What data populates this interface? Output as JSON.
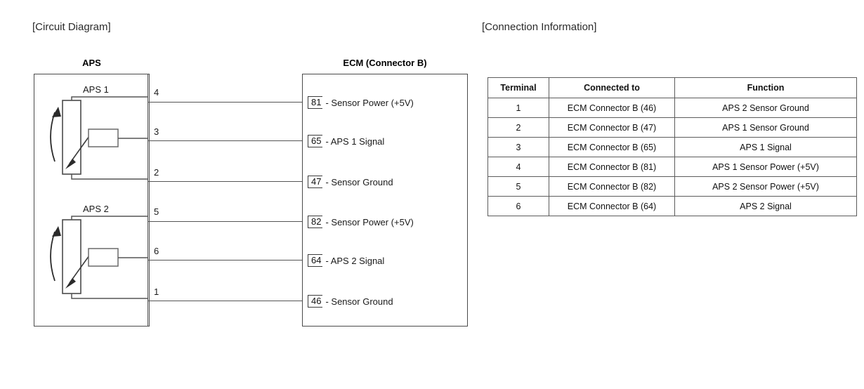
{
  "sections": {
    "circuit": {
      "title": "[Circuit Diagram]"
    },
    "connection": {
      "title": "[Connection Information]"
    }
  },
  "circuit": {
    "aps_box": {
      "caption": "APS",
      "sensors": [
        {
          "label": "APS 1",
          "pins": [
            "4",
            "3",
            "2"
          ]
        },
        {
          "label": "APS 2",
          "pins": [
            "5",
            "6",
            "1"
          ]
        }
      ]
    },
    "ecm_box": {
      "caption": "ECM (Connector B)",
      "terminals": [
        {
          "pin": "81",
          "text": "- Sensor Power (+5V)"
        },
        {
          "pin": "65",
          "text": "- APS 1 Signal"
        },
        {
          "pin": "47",
          "text": "- Sensor Ground"
        },
        {
          "pin": "82",
          "text": "- Sensor Power (+5V)"
        },
        {
          "pin": "64",
          "text": "- APS 2 Signal"
        },
        {
          "pin": "46",
          "text": "- Sensor Ground"
        }
      ]
    }
  },
  "table": {
    "headers": [
      "Terminal",
      "Connected to",
      "Function"
    ],
    "rows": [
      {
        "terminal": "1",
        "connected_to": "ECM Connector B (46)",
        "function": "APS 2 Sensor Ground"
      },
      {
        "terminal": "2",
        "connected_to": "ECM Connector B (47)",
        "function": "APS 1 Sensor Ground"
      },
      {
        "terminal": "3",
        "connected_to": "ECM Connector B (65)",
        "function": "APS 1 Signal"
      },
      {
        "terminal": "4",
        "connected_to": "ECM Connector B (81)",
        "function": "APS 1 Sensor Power (+5V)"
      },
      {
        "terminal": "5",
        "connected_to": "ECM Connector B (82)",
        "function": "APS 2 Sensor Power (+5V)"
      },
      {
        "terminal": "6",
        "connected_to": "ECM Connector B (64)",
        "function": "APS 2 Signal"
      }
    ]
  },
  "colors": {
    "line": "#4a4a4a",
    "wire": "#555555",
    "text": "#1a1a1a"
  }
}
